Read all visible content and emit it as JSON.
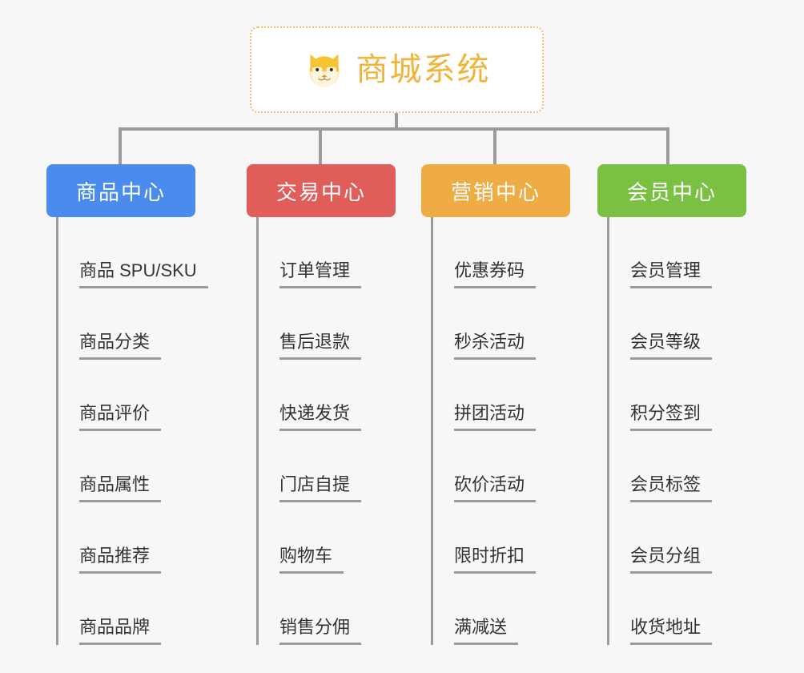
{
  "diagram": {
    "title": "商城系统",
    "root": {
      "label": "商城系统",
      "icon": "shiba-dog-face-icon",
      "text_color": "#f0b43c",
      "border_color": "#f0c070",
      "background": "#ffffff"
    },
    "connector_color": "#9b9b9b",
    "page_background": "#f7f7f7",
    "categories": [
      {
        "label": "商品中心",
        "color": "#4a8ced",
        "items": [
          "商品 SPU/SKU",
          "商品分类",
          "商品评价",
          "商品属性",
          "商品推荐",
          "商品品牌"
        ]
      },
      {
        "label": "交易中心",
        "color": "#e05d59",
        "items": [
          "订单管理",
          "售后退款",
          "快递发货",
          "门店自提",
          "购物车",
          "销售分佣"
        ]
      },
      {
        "label": "营销中心",
        "color": "#efab44",
        "items": [
          "优惠券码",
          "秒杀活动",
          "拼团活动",
          "砍价活动",
          "限时折扣",
          "满减送"
        ]
      },
      {
        "label": "会员中心",
        "color": "#7ac143",
        "items": [
          "会员管理",
          "会员等级",
          "积分签到",
          "会员标签",
          "会员分组",
          "收货地址"
        ]
      }
    ]
  }
}
